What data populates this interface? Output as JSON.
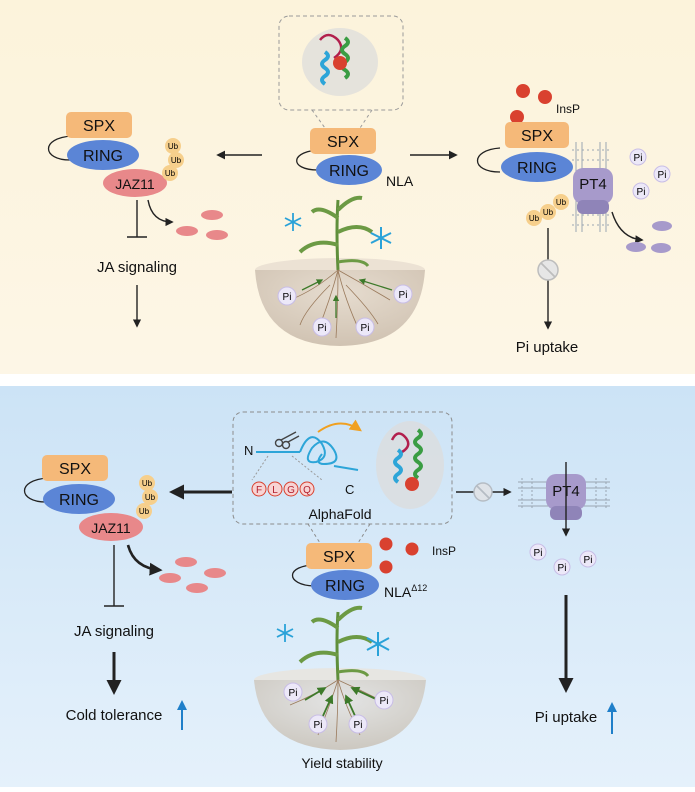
{
  "colors": {
    "top_panel_bg": "#fdf4dc",
    "bottom_panel_bg": "#d3e7f7",
    "spx": "#f5b979",
    "ring": "#5b85d6",
    "jaz11": "#e8888a",
    "ub": "#f6cf8c",
    "pi": "#ece8f8",
    "pt4": "#a79acb",
    "insp": "#d9412f",
    "arrow": "#222222",
    "up_arrow": "#1f7fc9",
    "soil": "#d9cdbd",
    "plant": "#5f8f3b",
    "snowflake": "#2aa2d8"
  },
  "labels": {
    "spx": "SPX",
    "ring": "RING",
    "jaz11": "JAZ11",
    "pt4": "PT4",
    "ub": "Ub",
    "pi": "Pi",
    "insp": "InsP"
  },
  "top": {
    "nla_label": "NLA",
    "ja_signaling": "JA signaling",
    "pi_uptake": "Pi uptake"
  },
  "bottom": {
    "nla_label": "NLA",
    "nla_superscript": "Δ12",
    "alphafold": "AlphaFold",
    "n_terminus": "N",
    "c_terminus": "C",
    "motif": [
      "F",
      "L",
      "G",
      "Q"
    ],
    "ja_signaling": "JA signaling",
    "cold_tolerance": "Cold tolerance",
    "pi_uptake": "Pi uptake",
    "yield_stability": "Yield stability"
  },
  "icons": {
    "snowflake": "snowflake-icon",
    "inhibit": "prohibited-icon",
    "scissors": "scissors-icon",
    "plant": "plant-icon",
    "protein_structure": "protein-structure-icon",
    "membrane": "membrane-icon"
  }
}
